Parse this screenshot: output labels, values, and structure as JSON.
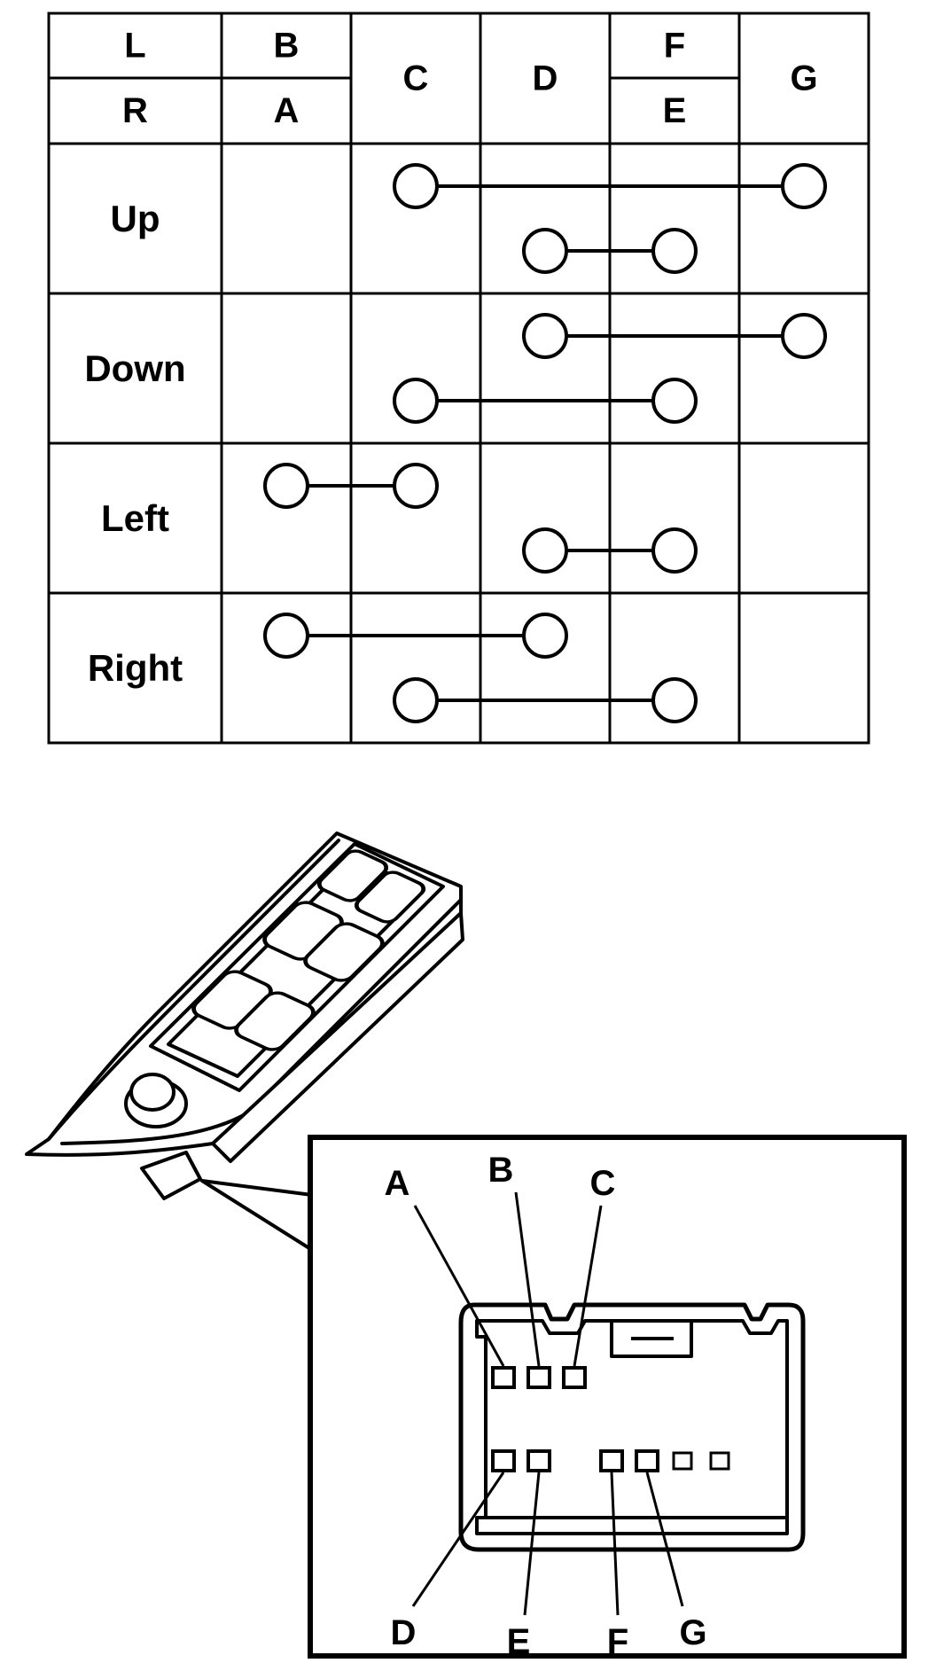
{
  "table": {
    "header_top": [
      "L",
      "B",
      "C",
      "D",
      "F",
      "G"
    ],
    "header_bottom": [
      "R",
      "A",
      "",
      "",
      "E",
      ""
    ],
    "rows": [
      {
        "label": "Up",
        "links": [
          {
            "from": "C",
            "to": "G",
            "level": "upper"
          },
          {
            "from": "D",
            "to": "E",
            "level": "lower"
          }
        ]
      },
      {
        "label": "Down",
        "links": [
          {
            "from": "D",
            "to": "G",
            "level": "upper"
          },
          {
            "from": "C",
            "to": "E",
            "level": "lower"
          }
        ]
      },
      {
        "label": "Left",
        "links": [
          {
            "from": "B",
            "to": "C",
            "level": "upper"
          },
          {
            "from": "D",
            "to": "E",
            "level": "lower"
          }
        ]
      },
      {
        "label": "Right",
        "links": [
          {
            "from": "A",
            "to": "D",
            "level": "upper"
          },
          {
            "from": "C",
            "to": "E",
            "level": "lower"
          }
        ]
      }
    ]
  },
  "connector": {
    "pin_labels": {
      "A": "A",
      "B": "B",
      "C": "C",
      "D": "D",
      "E": "E",
      "F": "F",
      "G": "G"
    }
  }
}
